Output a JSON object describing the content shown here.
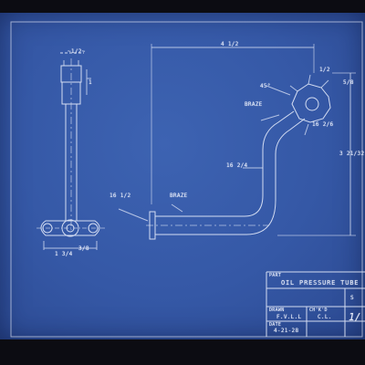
{
  "drawing": {
    "title": "OIL PRESSURE TUBE",
    "sheet_no": "S",
    "drawn_by": "F.V.L.L",
    "checked_by": "C.L.",
    "date": "4-21-28",
    "revision_mark": "1/"
  },
  "dimensions": {
    "side_view_top": "~1/2~",
    "side_view_right": "1",
    "flange_width": "1 3/4",
    "flange_hole": "3/8",
    "overall_length": "4 1/2",
    "angle": "45°",
    "tip_dim": "5/8",
    "tip_dim_2": "1/2",
    "overall_height": "3 21/32",
    "left_end": "16 1/2",
    "tube_size": "16 2/4",
    "tube_size_2": "16 2/6"
  },
  "notes": {
    "braze_upper": "BRAZE",
    "braze_lower": "BRAZE"
  },
  "title_block_labels": {
    "drawn": "DRAWN",
    "checked": "CH'K'D",
    "date": "DATE",
    "part": "PART"
  }
}
